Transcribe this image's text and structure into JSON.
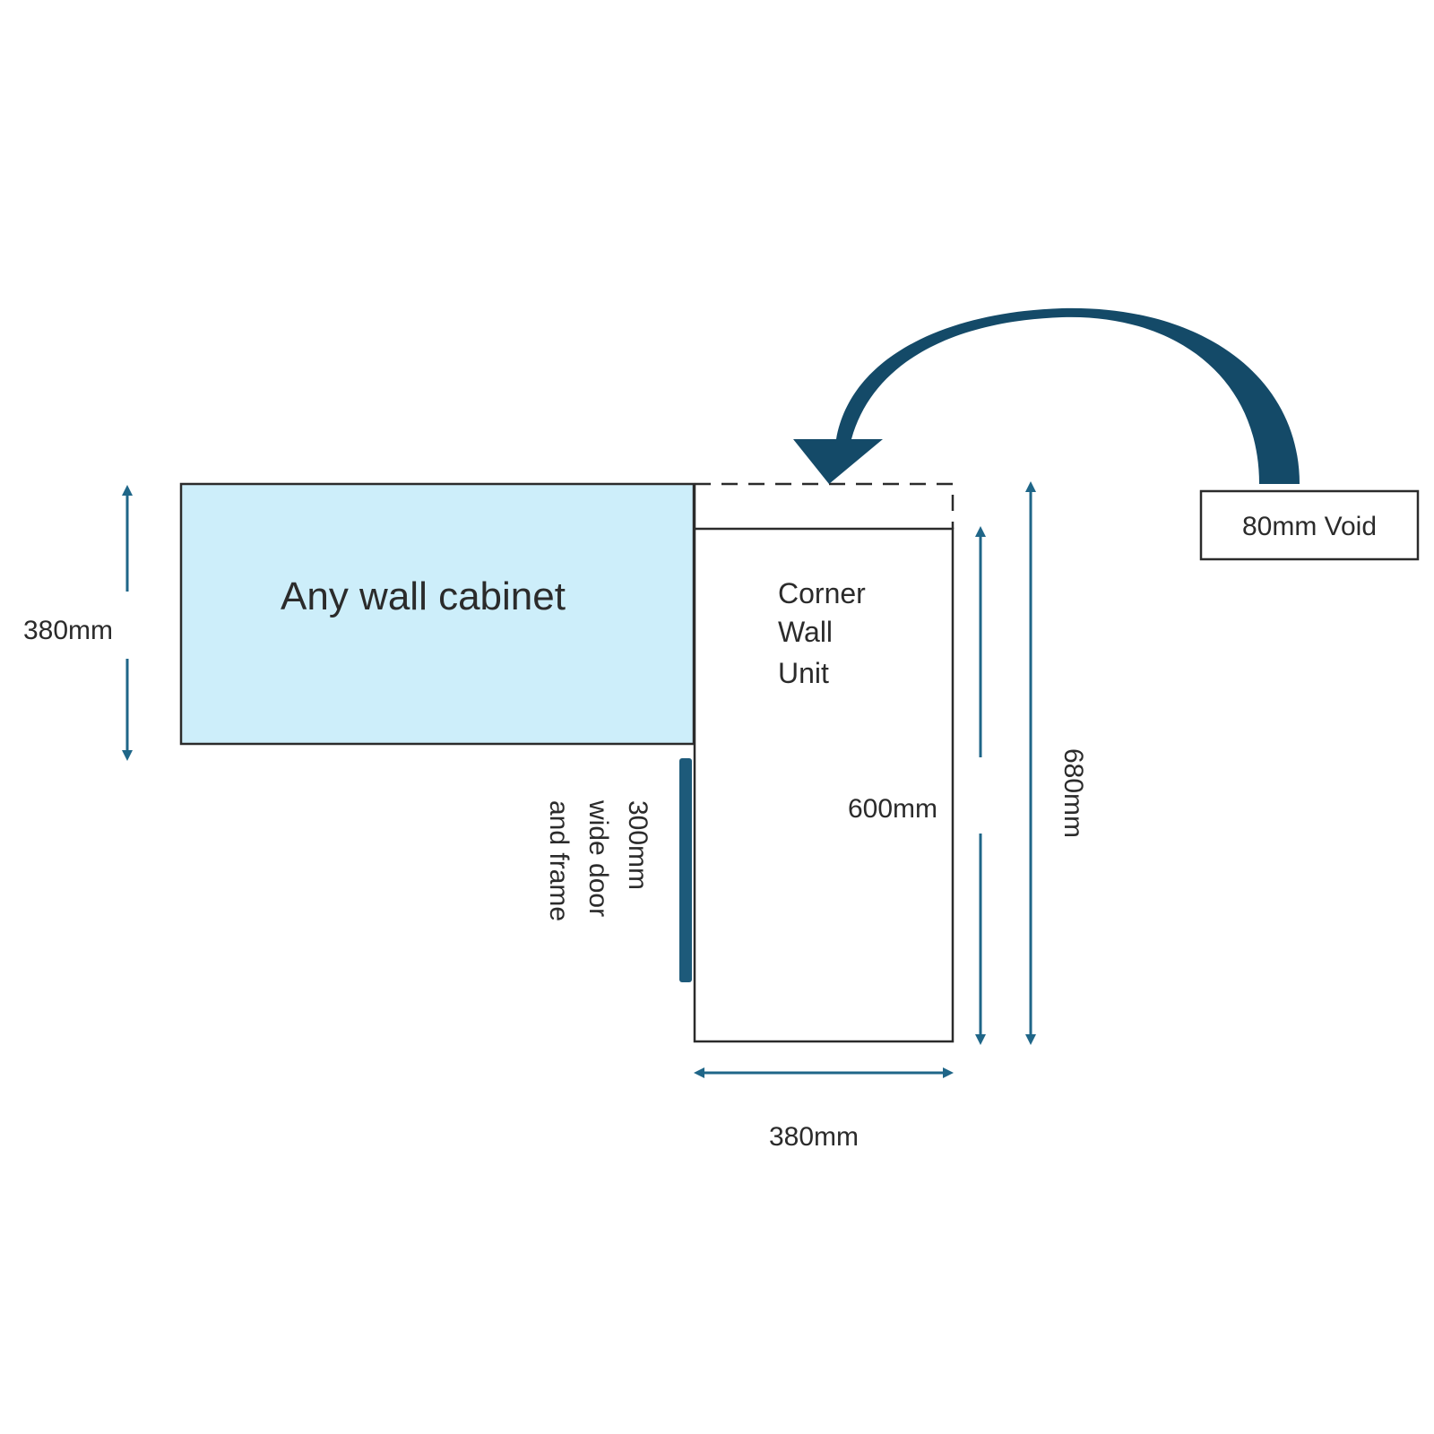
{
  "colors": {
    "arrow_blue": "#1f6688",
    "curved_arrow_dark": "#144a68",
    "cabinet_fill": "#cdeefa",
    "outline": "#2b2b2b",
    "door_panel": "#1d5a7a"
  },
  "labels": {
    "any_wall_cabinet": "Any wall cabinet",
    "corner_line1": "Corner",
    "corner_line2": "Wall",
    "corner_line3": "Unit",
    "void_label": "80mm Void",
    "door_line1": "300mm",
    "door_line2": "wide door",
    "door_line3": "and frame"
  },
  "dimensions": {
    "left_height": "380mm",
    "inner_height": "600mm",
    "outer_height": "680mm",
    "corner_width": "380mm"
  }
}
